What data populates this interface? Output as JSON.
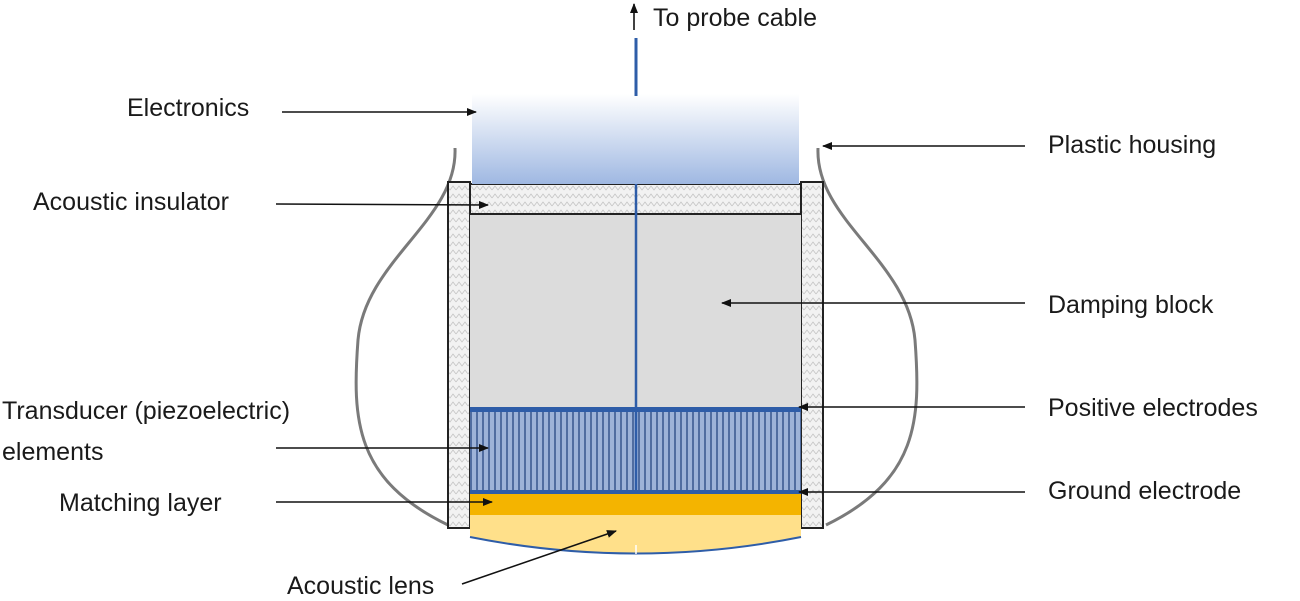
{
  "labels": {
    "probe_cable": "To probe cable",
    "electronics": "Electronics",
    "plastic_housing": "Plastic housing",
    "acoustic_insulator": "Acoustic insulator",
    "damping_block": "Damping block",
    "transducer_line1": "Transducer (piezoelectric)",
    "transducer_line2": "elements",
    "positive_electrodes": "Positive electrodes",
    "matching_layer": "Matching layer",
    "ground_electrode": "Ground electrode",
    "acoustic_lens": "Acoustic lens"
  },
  "colors": {
    "electronics_top": "#ffffff",
    "electronics_bottom": "#9fb8e2",
    "insulator": "#eeeeee",
    "damping": "#dcdcdc",
    "transducer": "#9db3d8",
    "electrode": "#2e5da8",
    "matching": "#f4b400",
    "lens": "#ffe08a",
    "housing": "#7a7a7a",
    "arrow": "#111111"
  }
}
